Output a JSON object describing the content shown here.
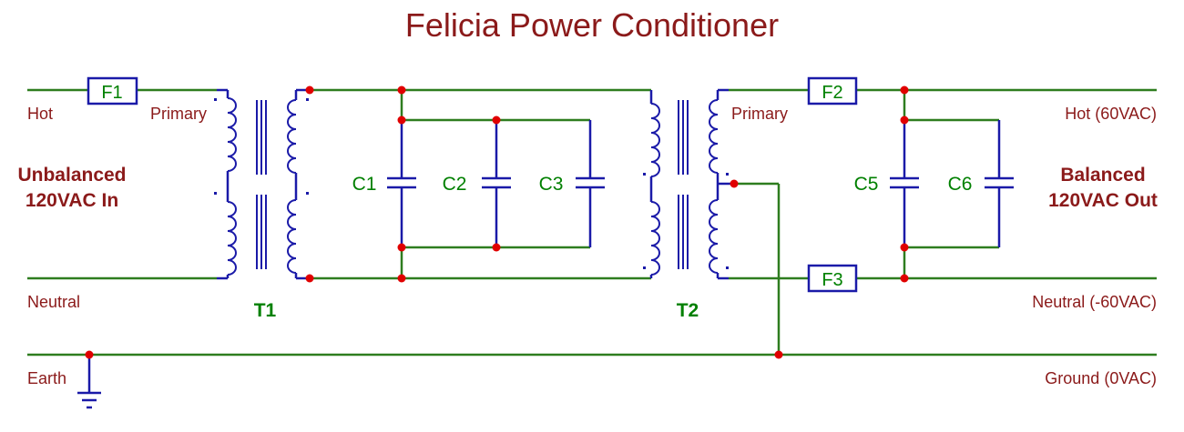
{
  "title": "Felicia Power Conditioner",
  "left": {
    "hot": "Hot",
    "neutral": "Neutral",
    "earth": "Earth",
    "primary_t1": "Primary",
    "input_line1": "Unbalanced",
    "input_line2": "120VAC In"
  },
  "right": {
    "hot": "Hot (60VAC)",
    "neutral": "Neutral (-60VAC)",
    "ground": "Ground (0VAC)",
    "primary_t2": "Primary",
    "output_line1": "Balanced",
    "output_line2": "120VAC Out"
  },
  "components": {
    "f1": "F1",
    "f2": "F2",
    "f3": "F3",
    "t1": "T1",
    "t2": "T2",
    "c1": "C1",
    "c2": "C2",
    "c3": "C3",
    "c5": "C5",
    "c6": "C6"
  },
  "colors": {
    "wire": "#2e7d1f",
    "component": "#1a1aa8",
    "junction": "#e00000",
    "label": "#8b1a1a"
  }
}
